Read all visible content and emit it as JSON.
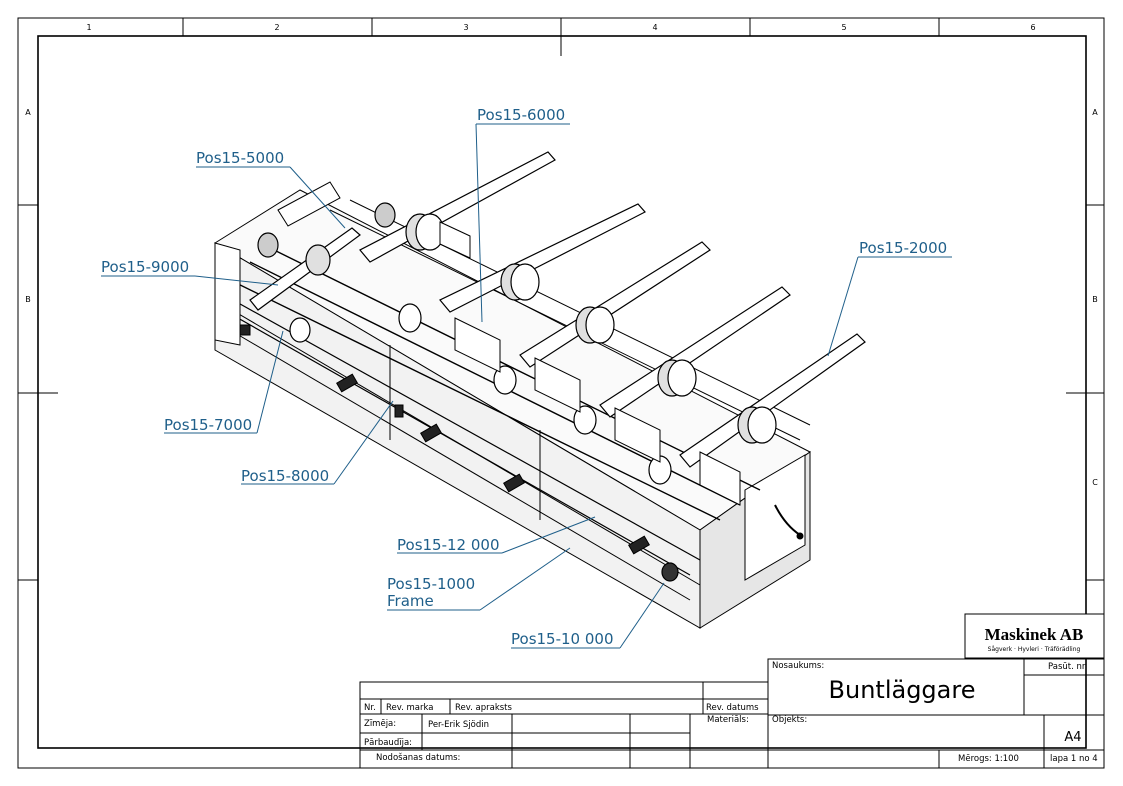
{
  "zone_columns": [
    "1",
    "2",
    "3",
    "4",
    "5",
    "6"
  ],
  "zone_rows": [
    "A",
    "B",
    "C"
  ],
  "callouts": [
    {
      "id": "pos15-6000",
      "label": "Pos15-6000"
    },
    {
      "id": "pos15-5000",
      "label": "Pos15-5000"
    },
    {
      "id": "pos15-9000",
      "label": "Pos15-9000"
    },
    {
      "id": "pos15-2000",
      "label": "Pos15-2000"
    },
    {
      "id": "pos15-7000",
      "label": "Pos15-7000"
    },
    {
      "id": "pos15-8000",
      "label": "Pos15-8000"
    },
    {
      "id": "pos15-12000",
      "label": "Pos15-12 000"
    },
    {
      "id": "pos15-1000",
      "label": "Pos15-1000"
    },
    {
      "id": "frame",
      "label": "Frame"
    },
    {
      "id": "pos15-10000",
      "label": "Pos15-10 000"
    }
  ],
  "title_block": {
    "logo_text": "Maskinek AB",
    "logo_tagline": "Sågverk · Hyvleri · Träförädling",
    "nosaukums_label": "Nosaukums:",
    "title": "Buntläggare",
    "pasut_label": "Pasūt. nr.",
    "nr_label": "Nr.",
    "rev_marka_label": "Rev. marka",
    "rev_apraksts_label": "Rev. apraksts",
    "rev_datums_label": "Rev. datums",
    "materials_label": "Materiāls:",
    "objekts_label": "Objekts:",
    "zimeja_label": "Zīmēja:",
    "zimeja_value": "Per-Erik Sjödin",
    "parbaudija_label": "Pārbaudīja:",
    "nodosanas_label": "Nodošanas datums:",
    "size": "A4",
    "scale_label": "Mērogs: 1:100",
    "page_label": "lapa 1 no 4"
  }
}
